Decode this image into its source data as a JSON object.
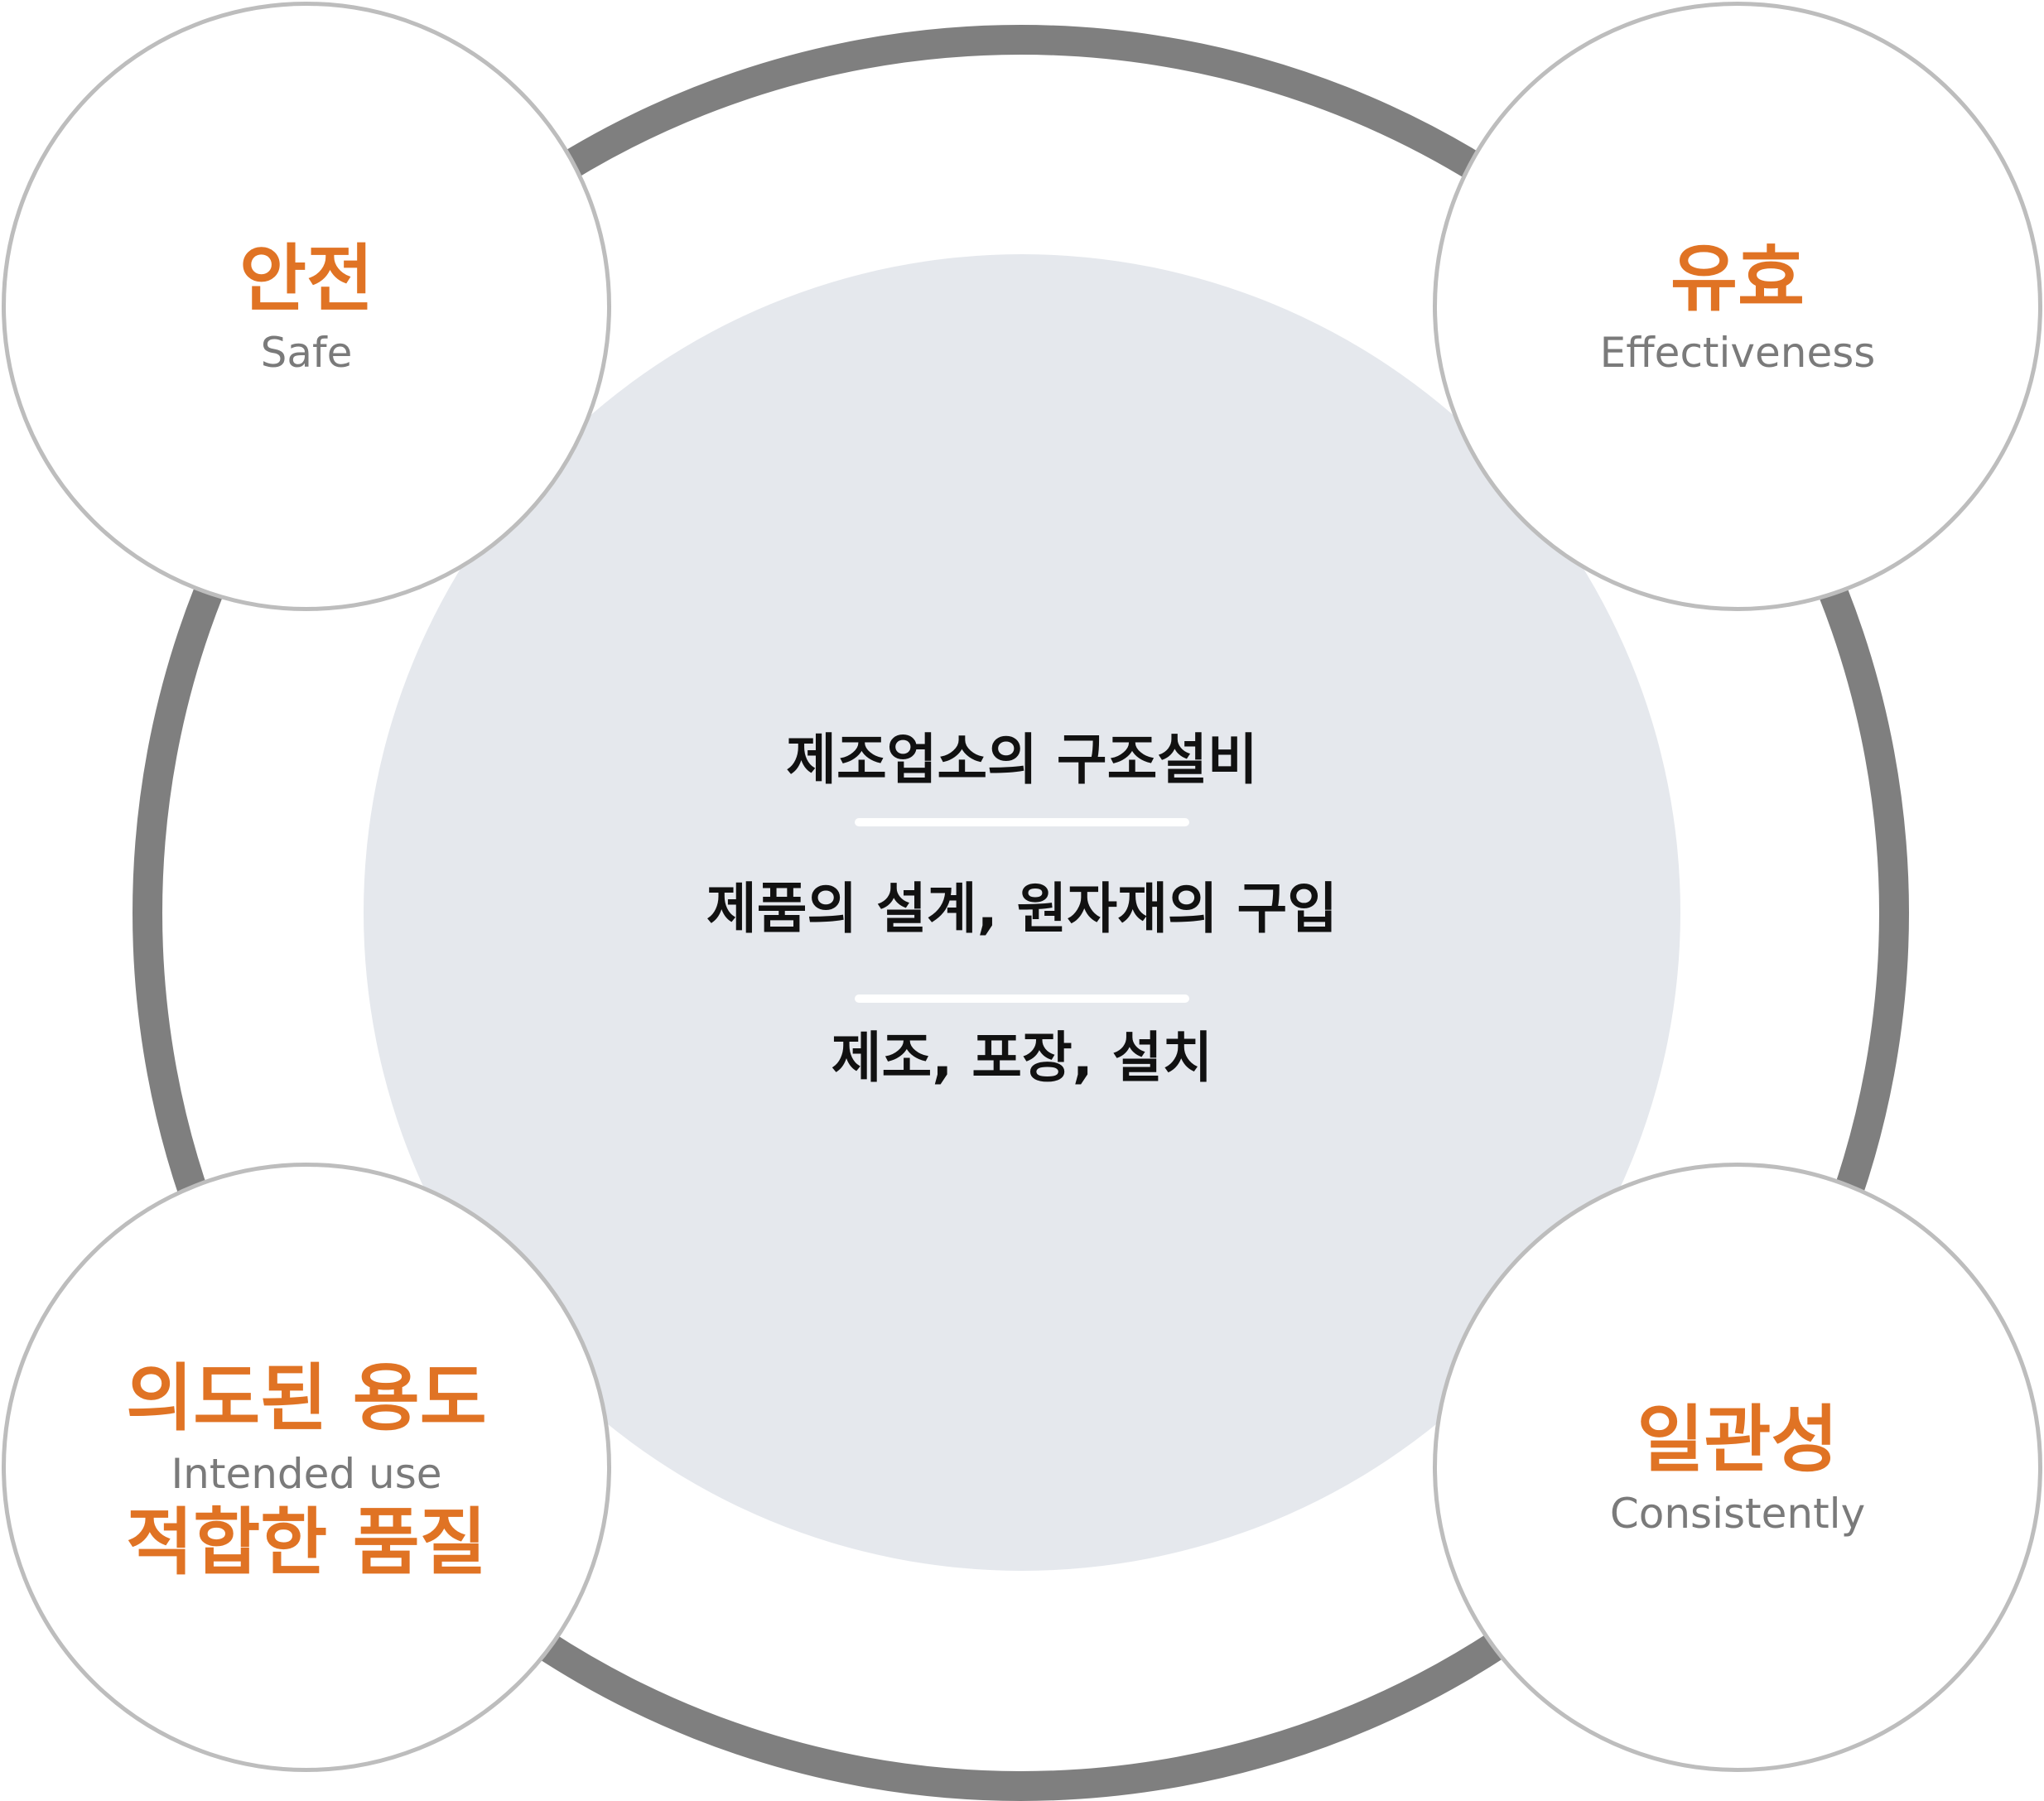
{
  "center": {
    "lines": [
      "제조업소의 구조설비",
      "제품의 설계, 원자재의 구입",
      "제조, 포장, 설치"
    ]
  },
  "nodes": {
    "safe": {
      "ko": "안전",
      "en": "Safe"
    },
    "effectiveness": {
      "ko": "유효",
      "en": "Effectiveness"
    },
    "intended_use": {
      "ko_top": "의도된 용도",
      "en": "Intended use",
      "ko_bottom": "적합한 품질"
    },
    "consistency": {
      "ko": "일관성",
      "en": "Consistently"
    }
  },
  "colors": {
    "ring": "#7f7f7f",
    "core_fill": "#e5e8ed",
    "node_border": "#bdbdbd",
    "accent_orange": "#e07324",
    "english_gray": "#7a7a7a",
    "center_text": "#111111"
  }
}
